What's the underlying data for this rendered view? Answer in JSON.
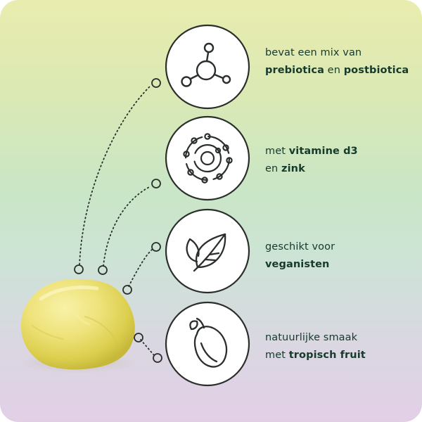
{
  "features": [
    {
      "icon": "molecule-icon",
      "line1": [
        {
          "t": "bevat een mix van",
          "b": false
        }
      ],
      "line2": [
        {
          "t": "prebiotica",
          "b": true
        },
        {
          "t": " en ",
          "b": false
        },
        {
          "t": "postbiotica",
          "b": true
        }
      ]
    },
    {
      "icon": "atom-orbit-icon",
      "line1": [
        {
          "t": "met ",
          "b": false
        },
        {
          "t": "vitamine d3",
          "b": true
        }
      ],
      "line2": [
        {
          "t": "en ",
          "b": false
        },
        {
          "t": "zink",
          "b": true
        }
      ]
    },
    {
      "icon": "leaf-icon",
      "line1": [
        {
          "t": "geschikt voor",
          "b": false
        }
      ],
      "line2": [
        {
          "t": "veganisten",
          "b": true
        }
      ]
    },
    {
      "icon": "mango-icon",
      "line1": [
        {
          "t": "natuurlijke smaak",
          "b": false
        }
      ],
      "line2": [
        {
          "t": "met ",
          "b": false
        },
        {
          "t": "tropisch fruit",
          "b": true
        }
      ]
    }
  ],
  "colors": {
    "text": "#163a2c",
    "icon_stroke": "#2a2f2b",
    "gummy": "#e9df5e"
  }
}
